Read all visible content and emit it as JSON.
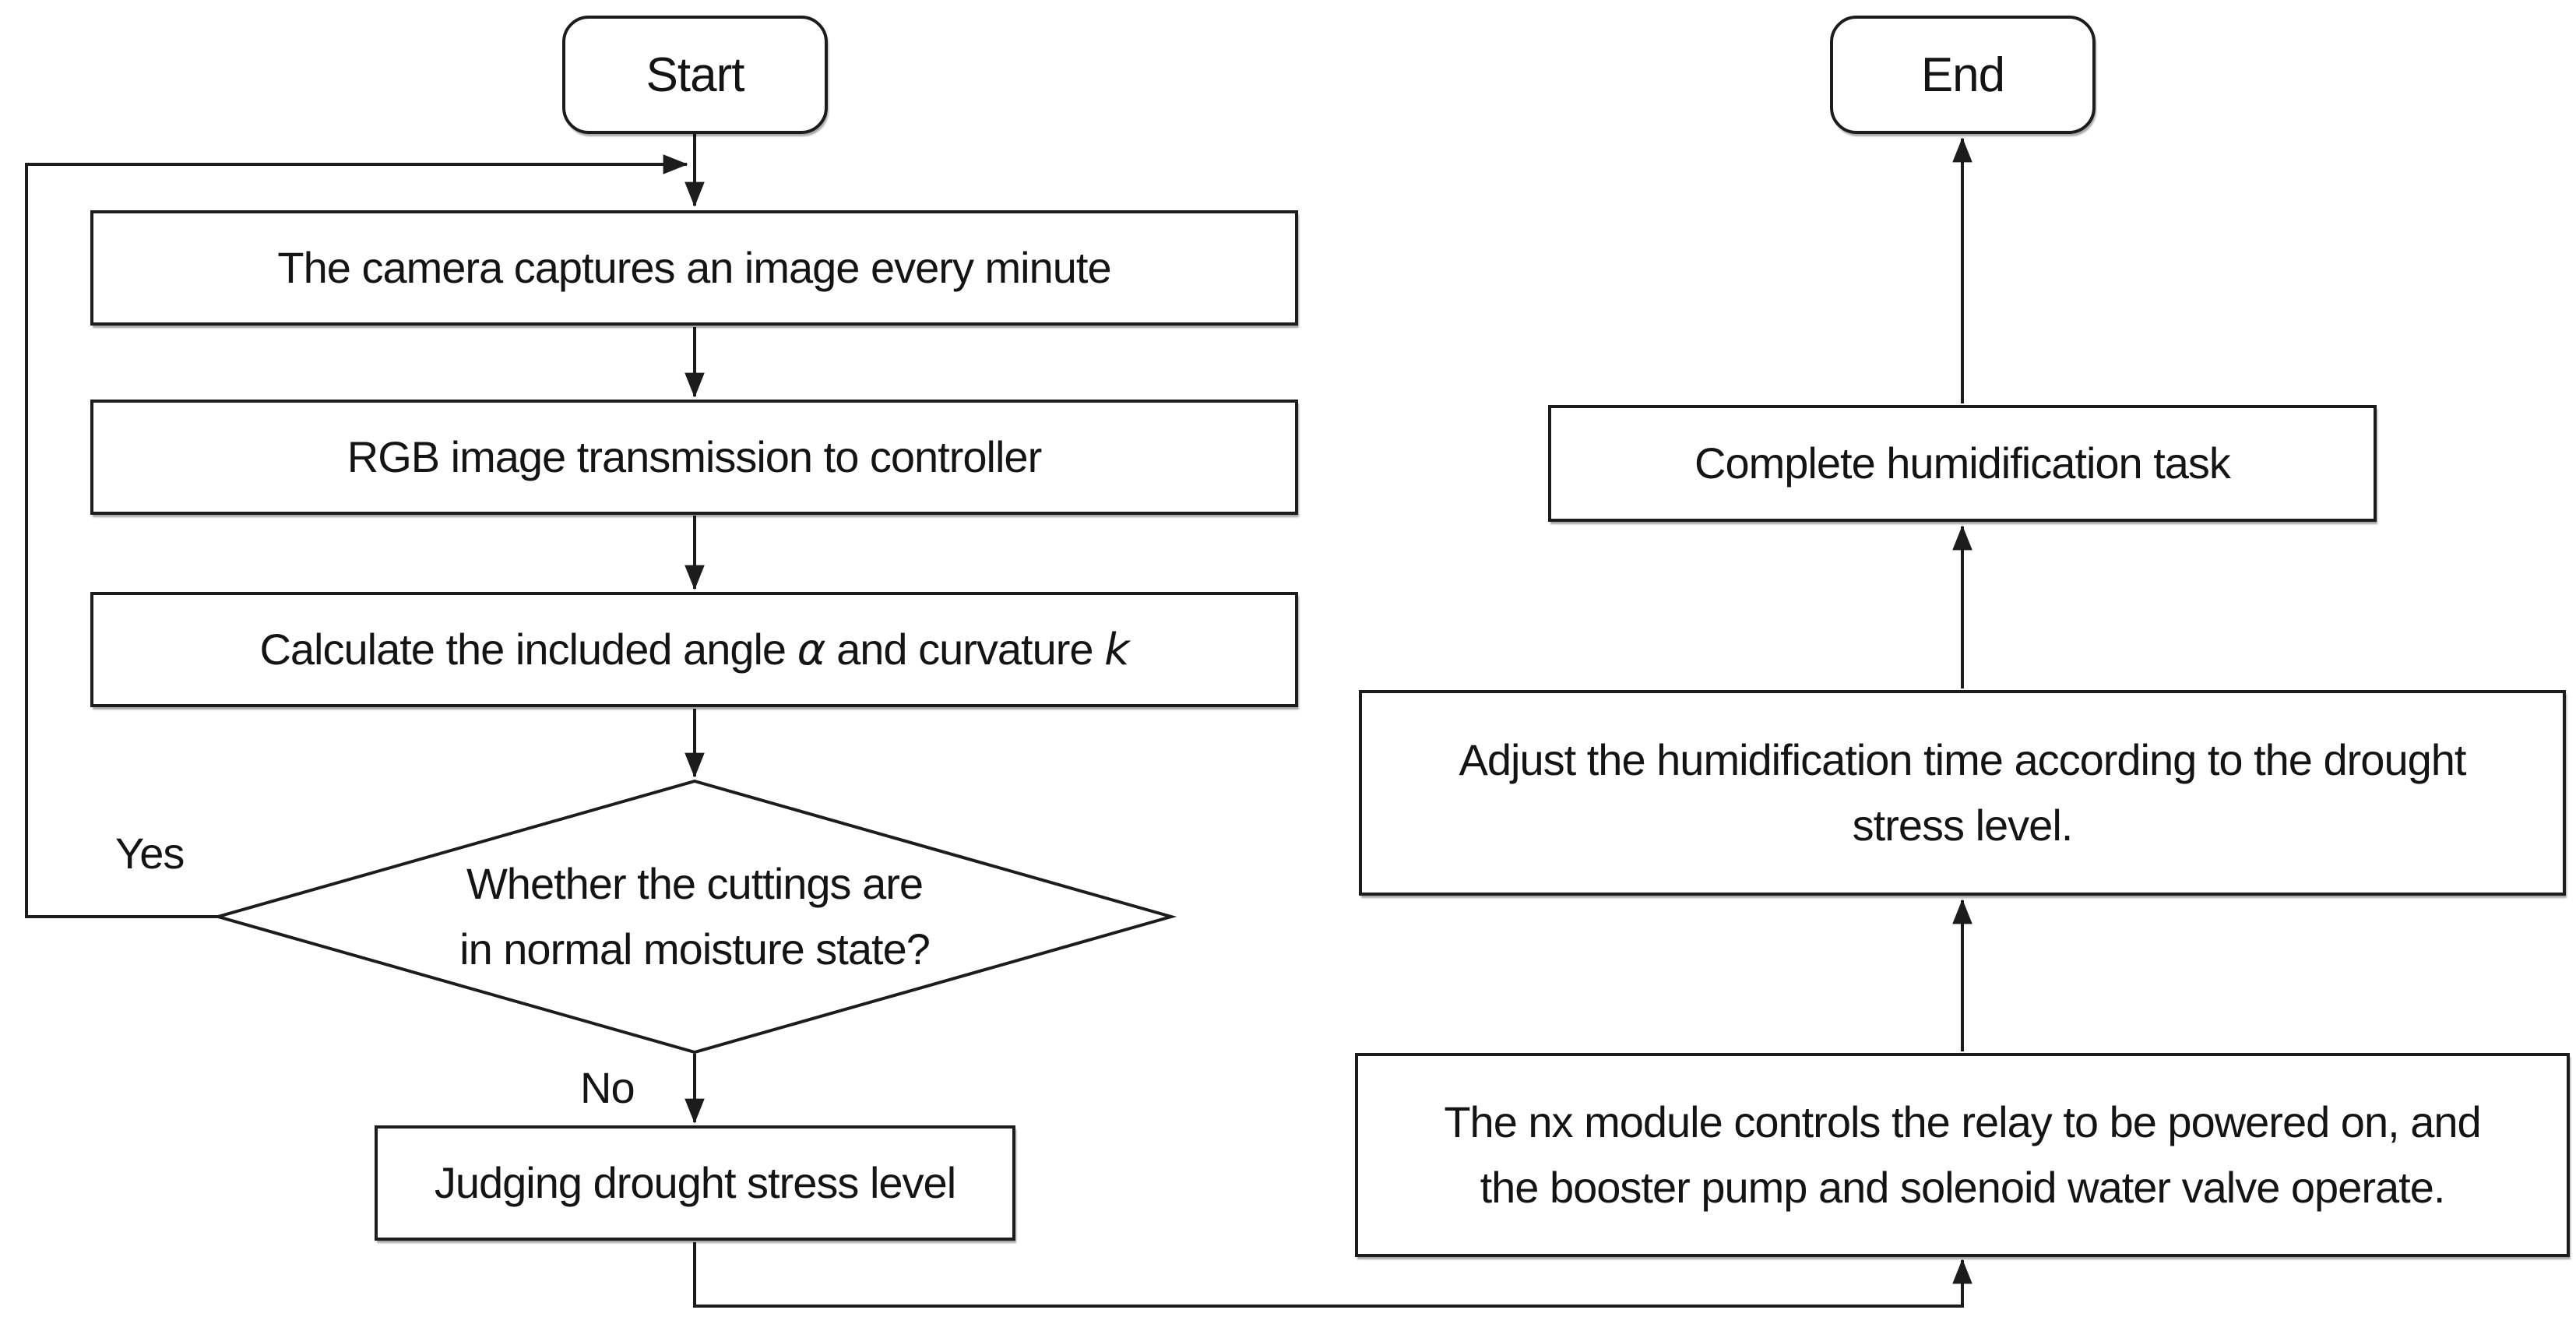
{
  "flowchart": {
    "start": {
      "label": "Start"
    },
    "end": {
      "label": "End"
    },
    "process": {
      "camera": "The camera captures an image every minute",
      "rgb": "RGB image transmission to controller",
      "calculate": {
        "prefix": "Calculate the included angle ",
        "alpha": "α",
        "middle": " and curvature ",
        "k": "k"
      },
      "judging": "Judging drought stress level",
      "nx": "The nx module controls the relay to be powered on, and\nthe booster pump and solenoid water valve operate.",
      "adjust": "Adjust the humidification time according to the drought\nstress level.",
      "complete": "Complete humidification task"
    },
    "decision": {
      "question": "Whether the cuttings are\nin normal moisture state?"
    },
    "edge_labels": {
      "yes": "Yes",
      "no": "No"
    }
  },
  "colors": {
    "stroke": "#1c1c1c",
    "text": "#141414",
    "background": "#ffffff"
  }
}
